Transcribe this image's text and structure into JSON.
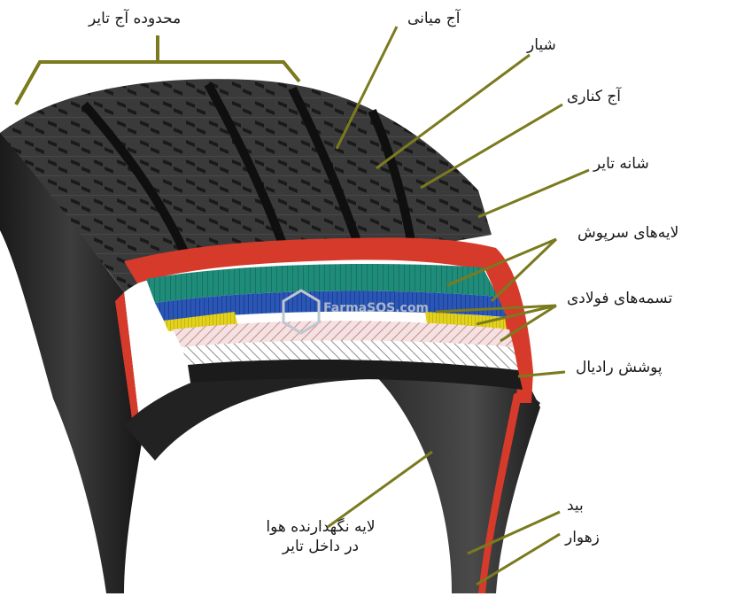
{
  "watermark": "FarmaSOS.com",
  "colors": {
    "leader": "#7a7a1e",
    "rubber": "#2b2b2b",
    "redcasing": "#d63a2a",
    "teal": "#1f8c7a",
    "blue": "#2a56b8",
    "yellow": "#e3d21c",
    "pink": "#e9b3b3"
  },
  "labels": {
    "tread_width": "محدوده آج تایر",
    "center_tread": "آج میانی",
    "groove": "شیار",
    "side_tread": "آج کناری",
    "shoulder": "شانه تایر",
    "cap_plies": "لایه‌های سرپوش",
    "steel_belts": "تسمه‌های فولادی",
    "radial_ply": "پوشش رادیال",
    "innerliner_line1": "لایه نگهدارنده هوا",
    "innerliner_line2": "در داخل تایر",
    "bead": "بید",
    "apex": "زهوار"
  }
}
